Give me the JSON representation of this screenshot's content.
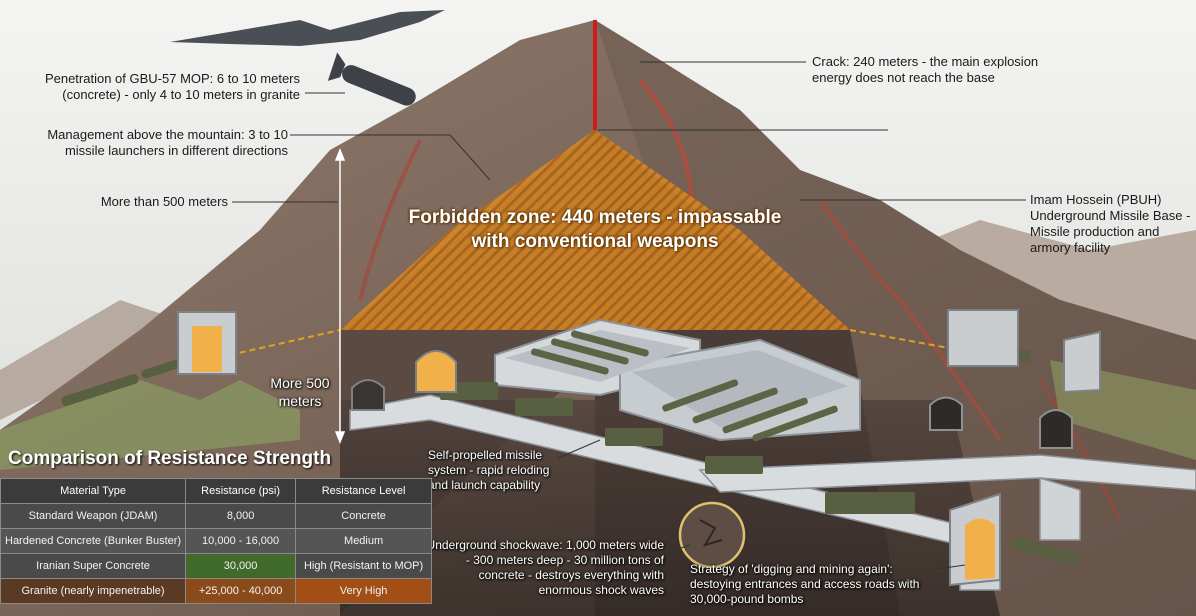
{
  "labels": {
    "penetration": "Penetration of GBU-57 MOP: 6 to 10 meters (concrete) - only 4 to 10 meters in granite",
    "management": "Management above the mountain: 3 to 10 missile launchers in different directions",
    "more_than_500": "More than 500 meters",
    "crack": "Crack: 240 meters - the main explosion energy does not reach the base",
    "base": "Imam Hossein (PBUH) Underground Missile Base - Missile production and armory facility",
    "forbidden_zone": "Forbidden zone: 440 meters - impassable with conventional weapons",
    "more_500": "More 500 meters",
    "self_propelled": "Self-propelled missile system - rapid reloding and launch capability",
    "shockwave": "Underground shockwave: 1,000 meters wide - 300 meters deep - 30 million tons of concrete - destroys everything with enormous shock waves",
    "strategy": "Strategy of 'digging and mining again': destoying entrances and access roads with 30,000-pound bombs"
  },
  "table": {
    "title": "Comparison of Resistance Strength",
    "headers": [
      "Material Type",
      "Resistance (psi)",
      "Resistance Level"
    ],
    "rows": [
      [
        "Standard Weapon (JDAM)",
        "8,000",
        "Concrete"
      ],
      [
        "Hardened Concrete (Bunker Buster)",
        "10,000 - 16,000",
        "Medium"
      ],
      [
        "Iranian Super Concrete",
        "30,000",
        "High (Resistant to MOP)"
      ],
      [
        "Granite (nearly impenetrable)",
        "+25,000 - 40,000",
        "Very High"
      ]
    ]
  },
  "colors": {
    "forbidden_zone": "#d98a1c",
    "crack": "#d11a1a",
    "rock": "#8a7566",
    "tunnel": "#d8dcdf",
    "table_bg": "#4a4a4a"
  }
}
